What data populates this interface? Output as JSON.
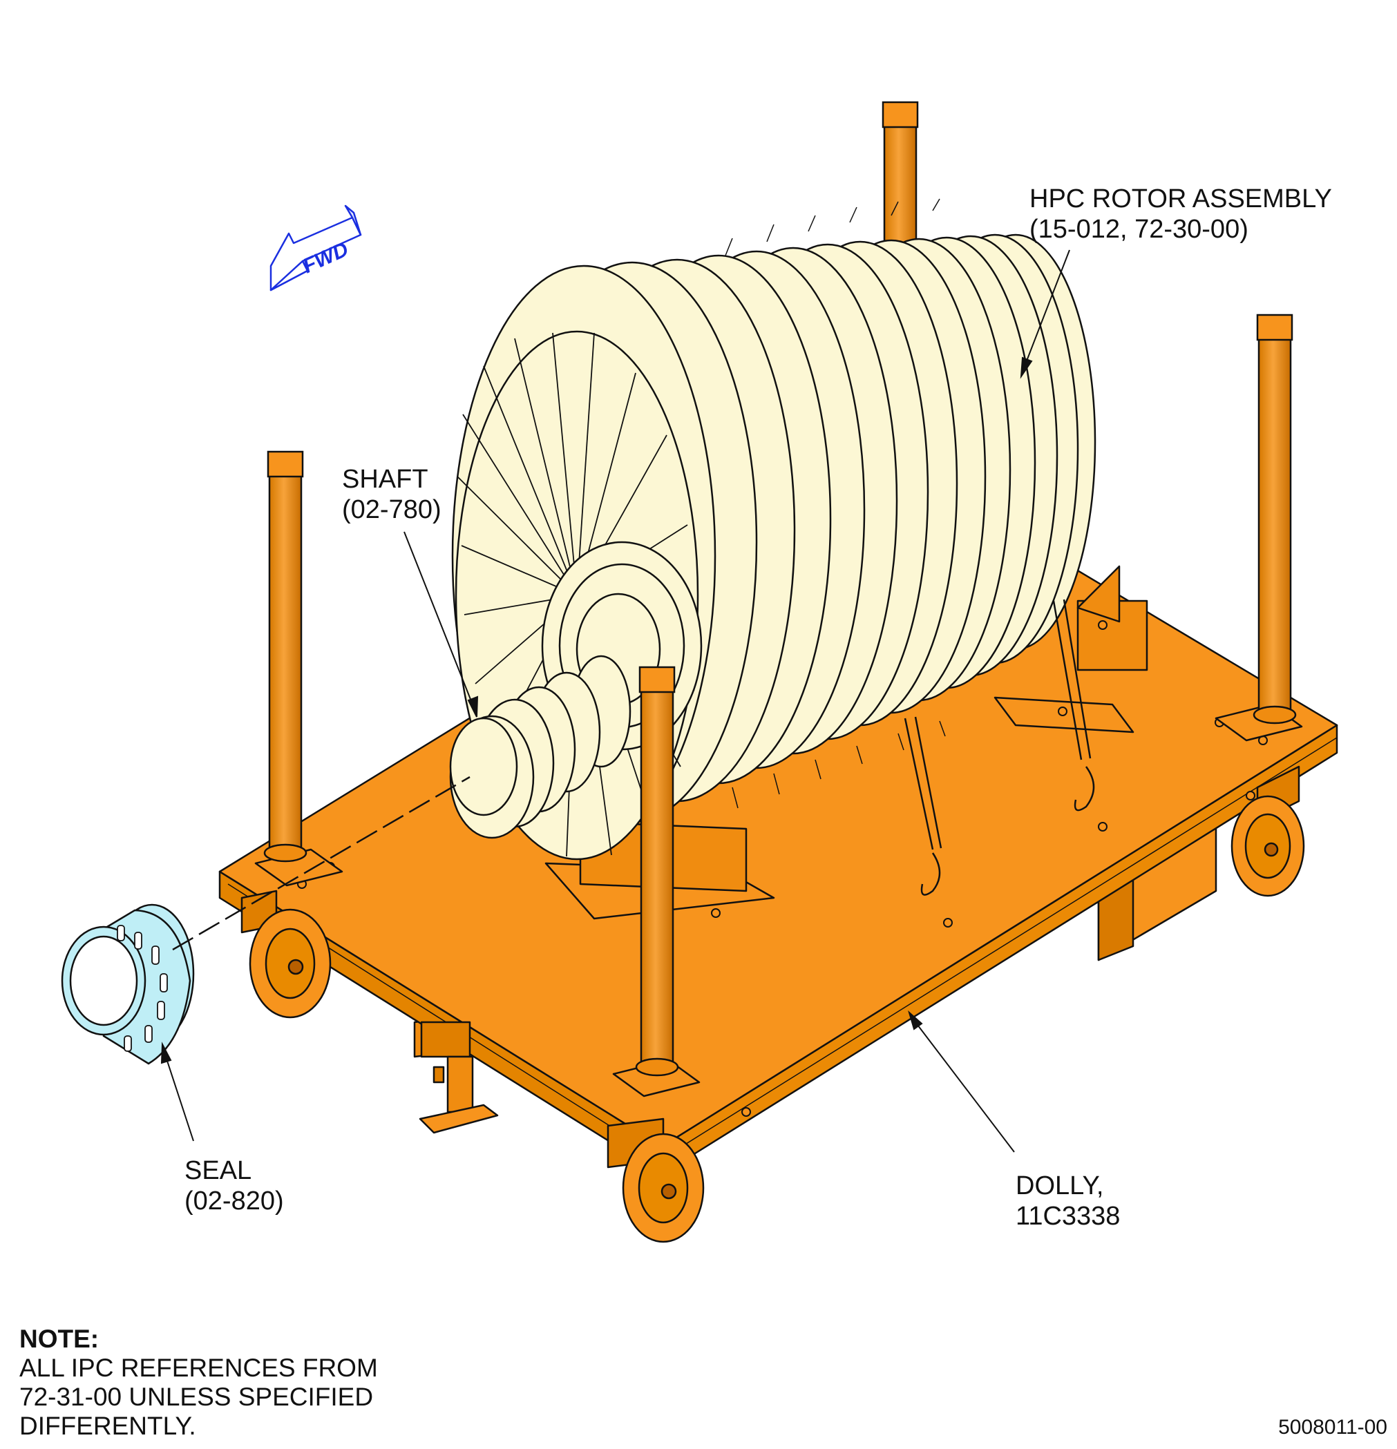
{
  "labels": {
    "hpc_rotor": {
      "line1": "HPC ROTOR ASSEMBLY",
      "line2": "(15-012, 72-30-00)"
    },
    "shaft": {
      "line1": "SHAFT",
      "line2": "(02-780)"
    },
    "seal": {
      "line1": "SEAL",
      "line2": "(02-820)"
    },
    "dolly": {
      "line1": "DOLLY,",
      "line2": "11C3338"
    },
    "fwd": "FWD"
  },
  "note": {
    "title": "NOTE:",
    "lines": [
      "ALL IPC REFERENCES FROM",
      "72-31-00 UNLESS SPECIFIED",
      "DIFFERENTLY."
    ]
  },
  "figure_number": "5008011-00",
  "colors": {
    "dolly": "#f7941d",
    "dolly_edge": "#c06a00",
    "rotor_blade": "#fcf7d4",
    "seal": "#bfeef6",
    "fwd_arrow": "#1a2fe0",
    "line": "#111111"
  }
}
